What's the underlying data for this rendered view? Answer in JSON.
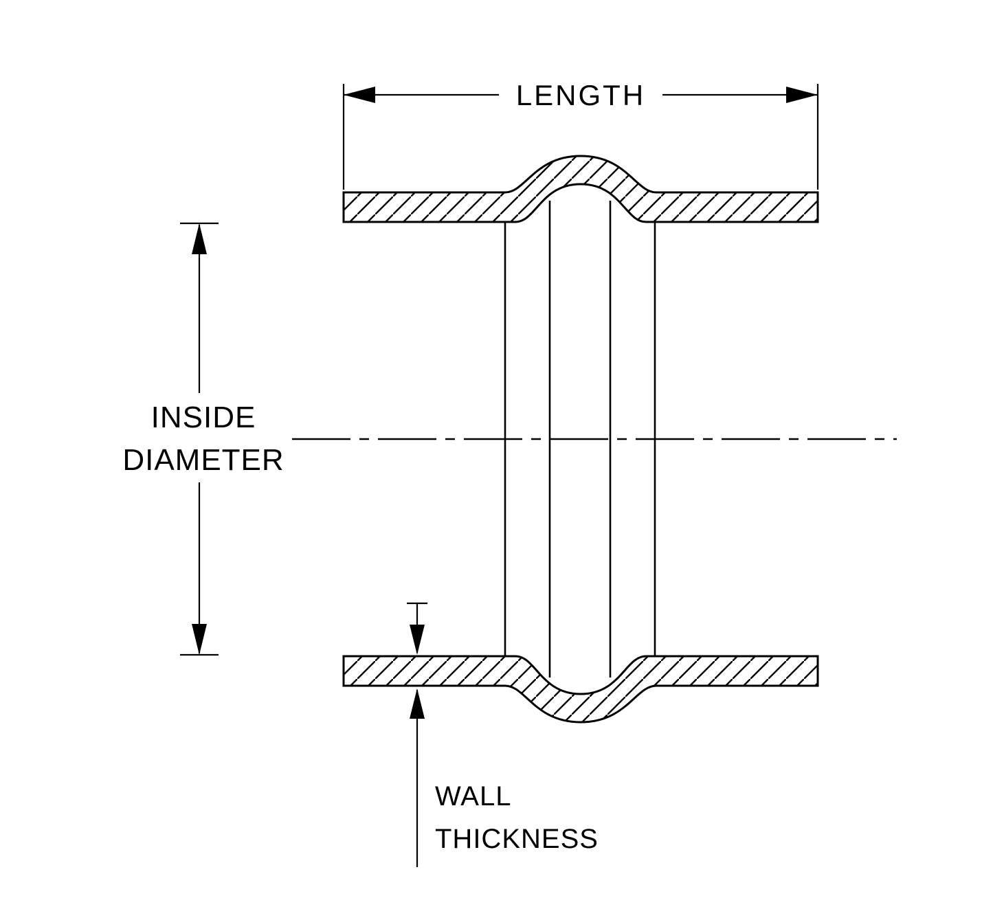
{
  "diagram": {
    "type": "technical-drawing",
    "subject": "hose-coupler-cross-section",
    "labels": {
      "length": "LENGTH",
      "inside_line1": "INSIDE",
      "inside_line2": "DIAMETER",
      "wall_line1": "WALL",
      "wall_line2": "THICKNESS"
    },
    "colors": {
      "line": "#000000",
      "background": "#ffffff"
    }
  }
}
